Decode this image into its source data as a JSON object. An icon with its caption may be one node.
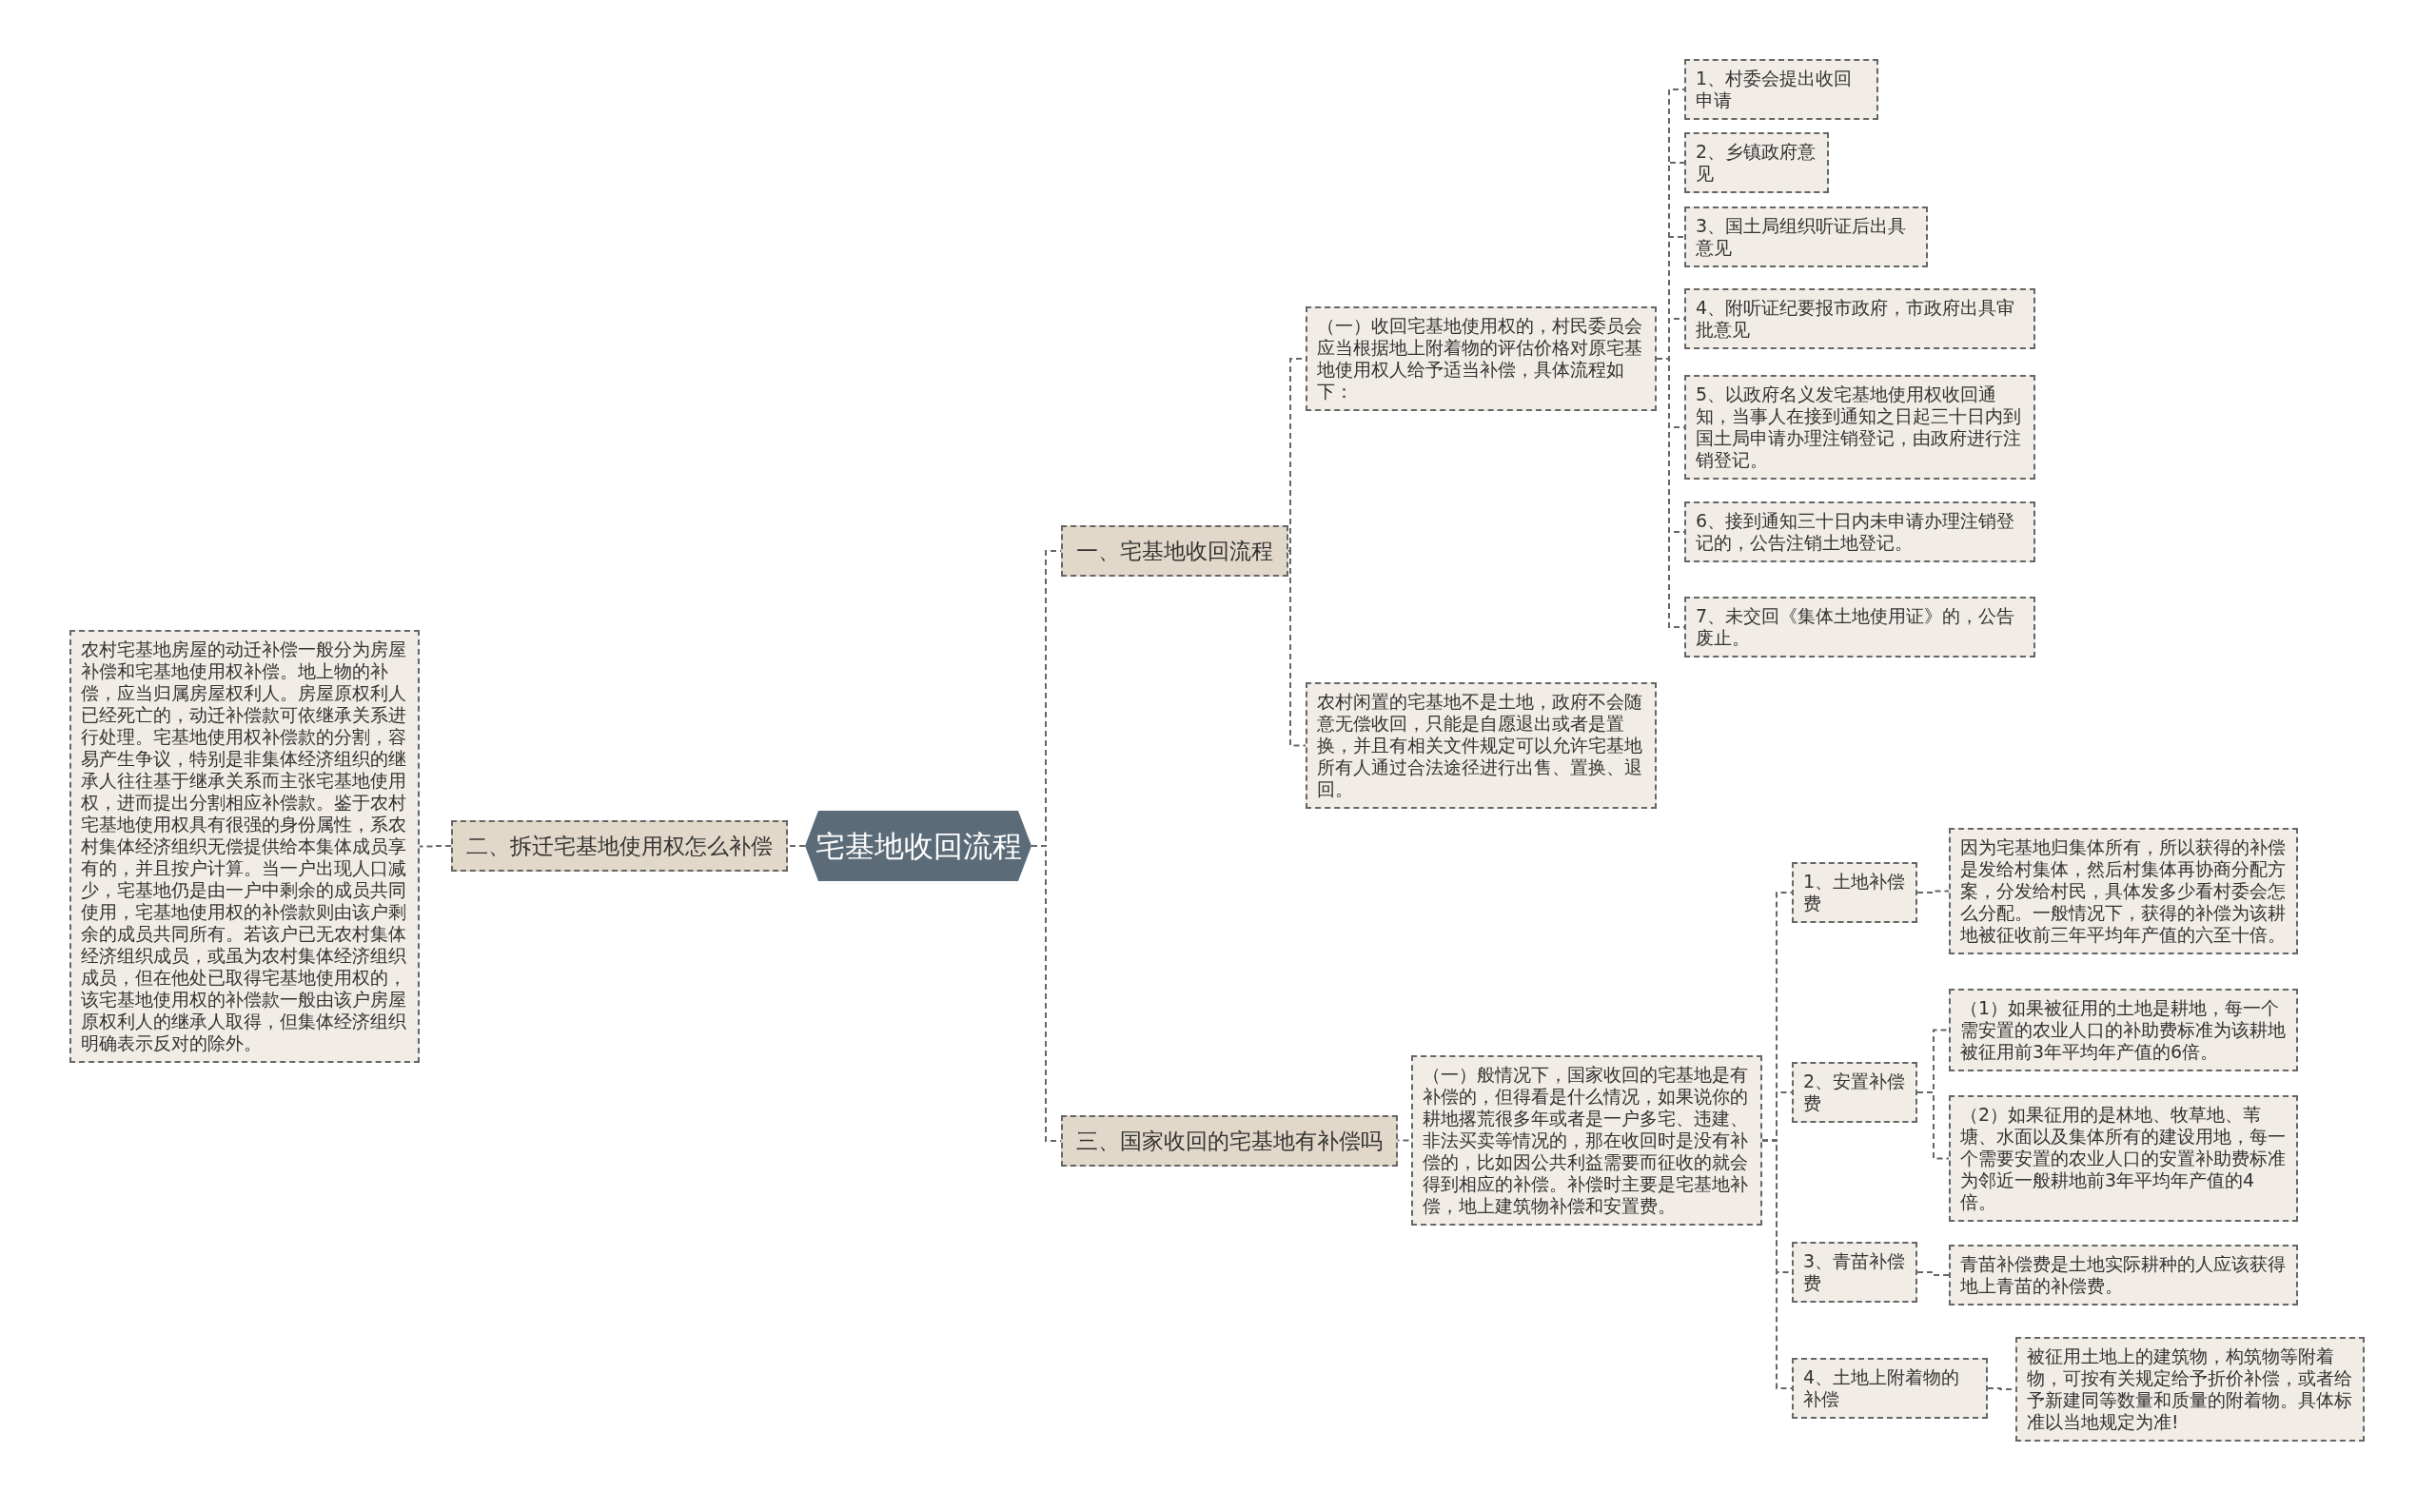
{
  "diagram": {
    "nodes": [
      {
        "text": [
          "宅基地收回流程"
        ]
      },
      {
        "text": [
          "一、宅基地收回流程"
        ]
      },
      {
        "text": [
          "（一）收回宅基地使用权的，村民委员会应当根据地上附着物的评估价格对原宅基地使用权人给予适当补偿，具体流程如下："
        ]
      },
      {
        "text": [
          "1、村委会提出收回申请"
        ]
      },
      {
        "text": [
          "2、乡镇政府意见"
        ]
      },
      {
        "text": [
          "3、国土局组织听证后出具意见"
        ]
      },
      {
        "text": [
          "4、附听证纪要报市政府，市政府出具审批意见"
        ]
      },
      {
        "text": [
          "5、以政府名义发宅基地使用权收回通知，当事人在接到通知之日起三十日内到国土局申请办理注销登记，由政府进行注销登记。"
        ]
      },
      {
        "text": [
          "6、接到通知三十日内未申请办理注销登记的，公告注销土地登记。"
        ]
      },
      {
        "text": [
          "7、未交回《集体土地使用证》的，公告废止。"
        ]
      },
      {
        "text": [
          "农村闲置的宅基地不是土地，政府不会随意无偿收回，只能是自愿退出或者是置换，并且有相关文件规定可以允许宅基地所有人通过合法途径进行出售、置换、退回。"
        ]
      },
      {
        "text": [
          "二、拆迁宅基地使用权怎么补偿"
        ]
      },
      {
        "text": [
          "农村宅基地房屋的动迁补偿一般分为房屋补偿和宅基地使用权补偿。地上物的补偿，应当归属房屋权利人。房屋原权利人已经死亡的，动迁补偿款可依继承关系进行处理。宅基地使用权补偿款的分割，容易产生争议，特别是非集体经济组织的继承人往往基于继承关系而主张宅基地使用权，进而提出分割相应补偿款。鉴于农村宅基地使用权具有很强的身份属性，系农村集体经济组织无偿提供给本集体成员享有的，并且按户计算。当一户出现人口减少，宅基地仍是由一户中剩余的成员共同使用，宅基地使用权的补偿款则由该户剩余的成员共同所有。若该户已无农村集体经济组织成员，或虽为农村集体经济组织成员，但在他处已取得宅基地使用权的，该宅基地使用权的补偿款一般由该户房屋原权利人的继承人取得，但集体经济组织明确表示反对的除外。"
        ]
      },
      {
        "text": [
          "三、国家收回的宅基地有补偿吗"
        ]
      },
      {
        "text": [
          "（一）般情况下，国家收回的宅基地是有补偿的，但得看是什么情况，如果说你的耕地撂荒很多年或者是一户多宅、违建、非法买卖等情况的，那在收回时是没有补偿的，比如因公共利益需要而征收的就会得到相应的补偿。补偿时主要是宅基地补偿，地上建筑物补偿和安置费。"
        ]
      },
      {
        "text": [
          "1、土地补偿费"
        ]
      },
      {
        "text": [
          "因为宅基地归集体所有，所以获得的补偿是发给村集体，然后村集体再协商分配方案，分发给村民，具体发多少看村委会怎么分配。一般情况下，获得的补偿为该耕地被征收前三年平均年产值的六至十倍。"
        ]
      },
      {
        "text": [
          "2、安置补偿费"
        ]
      },
      {
        "text": [
          "（1）如果被征用的土地是耕地，每一个需安置的农业人口的补助费标准为该耕地被征用前3年平均年产值的6倍。"
        ]
      },
      {
        "text": [
          "（2）如果征用的是林地、牧草地、苇塘、水面以及集体所有的建设用地，每一个需要安置的农业人口的安置补助费标准为邻近一般耕地前3年平均年产值的4倍。"
        ]
      },
      {
        "text": [
          "3、青苗补偿费"
        ]
      },
      {
        "text": [
          "青苗补偿费是土地实际耕种的人应该获得地上青苗的补偿费。"
        ]
      },
      {
        "text": [
          "4、土地上附着物的补偿"
        ]
      },
      {
        "text": [
          "被征用土地上的建筑物，构筑物等附着物，可按有关规定给予折价补偿，或者给予新建同等数量和质量的附着物。具体标准以当地规定为准!"
        ]
      }
    ],
    "edges": [
      {
        "from": 0,
        "to": 1,
        "arrow": "none"
      },
      {
        "from": 1,
        "to": 2,
        "arrow": "none"
      },
      {
        "from": 2,
        "to": 3,
        "arrow": "none"
      },
      {
        "from": 2,
        "to": 4,
        "arrow": "none"
      },
      {
        "from": 2,
        "to": 5,
        "arrow": "none"
      },
      {
        "from": 2,
        "to": 6,
        "arrow": "none"
      },
      {
        "from": 2,
        "to": 7,
        "arrow": "none"
      },
      {
        "from": 2,
        "to": 8,
        "arrow": "none"
      },
      {
        "from": 2,
        "to": 9,
        "arrow": "none"
      },
      {
        "from": 1,
        "to": 10,
        "arrow": "none"
      },
      {
        "from": 0,
        "to": 11,
        "arrow": "none"
      },
      {
        "from": 11,
        "to": 12,
        "arrow": "none"
      },
      {
        "from": 0,
        "to": 13,
        "arrow": "none"
      },
      {
        "from": 13,
        "to": 14,
        "arrow": "none"
      },
      {
        "from": 14,
        "to": 15,
        "arrow": "none"
      },
      {
        "from": 15,
        "to": 16,
        "arrow": "none"
      },
      {
        "from": 14,
        "to": 17,
        "arrow": "none"
      },
      {
        "from": 17,
        "to": 18,
        "arrow": "none"
      },
      {
        "from": 17,
        "to": 19,
        "arrow": "none"
      },
      {
        "from": 14,
        "to": 20,
        "arrow": "none"
      },
      {
        "from": 20,
        "to": 21,
        "arrow": "none"
      },
      {
        "from": 14,
        "to": 22,
        "arrow": "none"
      },
      {
        "from": 22,
        "to": 23,
        "arrow": "none"
      }
    ]
  }
}
